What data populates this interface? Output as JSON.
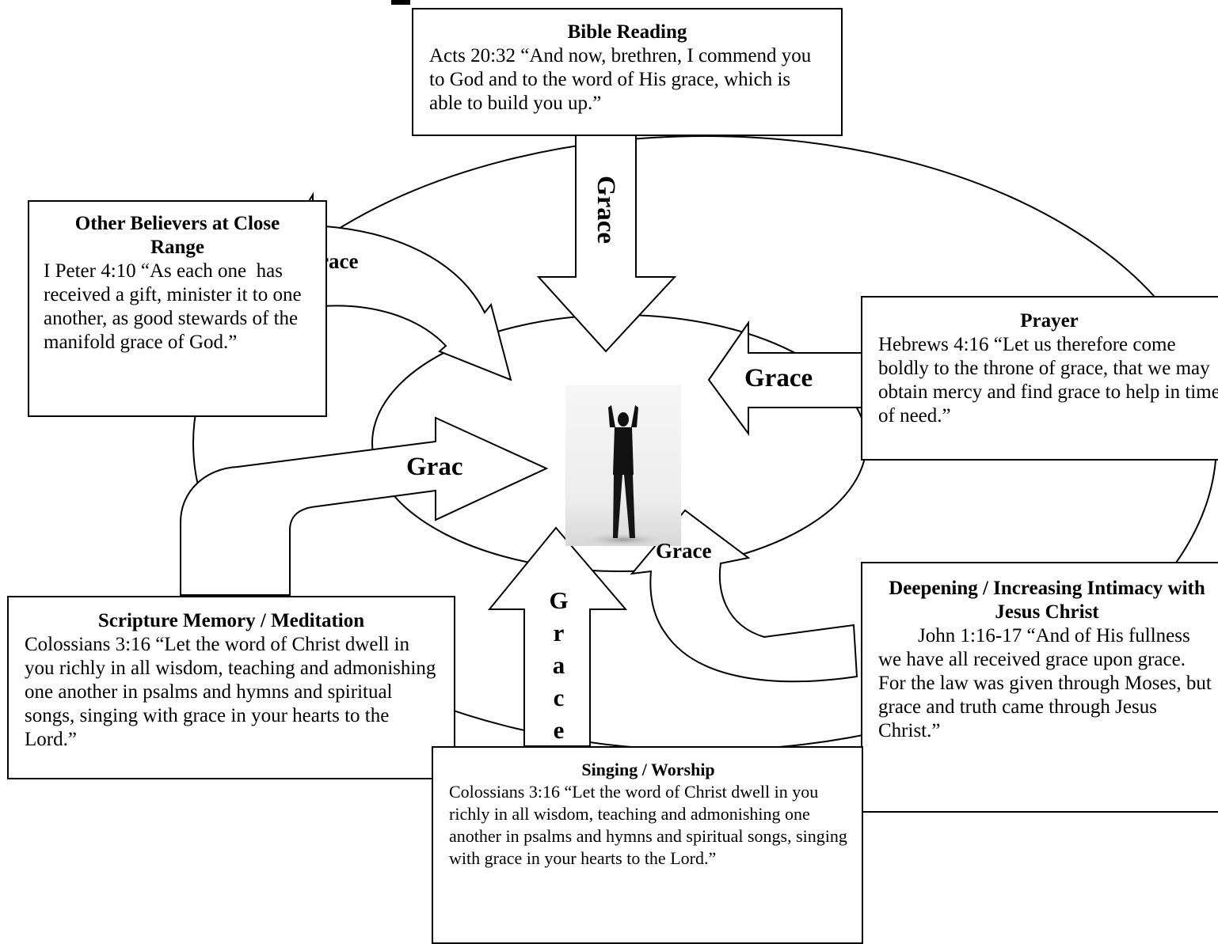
{
  "diagram": {
    "center_figure": "person-silhouette-arms-raised",
    "boxes": {
      "bible": {
        "title": "Bible Reading",
        "body": "Acts 20:32 “And now, brethren, I commend you to God and to the word of His grace, which is able to build you up.”"
      },
      "believers": {
        "title": "Other Believers at Close Range",
        "body": "I Peter 4:10 “As each one  has received a gift, minister it to one another, as good stewards of the manifold grace of God.”"
      },
      "prayer": {
        "title": "Prayer",
        "body": "Hebrews 4:16 “Let us therefore come boldly to the throne of grace, that we may obtain mercy and find grace to help in time of need.”"
      },
      "scripture": {
        "title": "Scripture Memory / Meditation",
        "body": "Colossians 3:16 “Let the word of Christ dwell in you richly in all wisdom, teaching and admonishing one another in psalms and hymns and spiritual songs, singing with grace in your hearts to the Lord.”"
      },
      "intimacy": {
        "title": "Deepening / Increasing Intimacy with Jesus Christ",
        "body": "        John 1:16-17 “And of His fullness we have all received grace upon grace.  For the law was given through Moses, but grace and truth came through Jesus Christ.”"
      },
      "singing": {
        "title": "Singing / Worship",
        "body": "Colossians 3:16 “Let the word of Christ dwell in you richly in all wisdom, teaching and admonishing one another in psalms and hymns and spiritual songs, singing with grace in your hearts to the Lord.”"
      }
    },
    "arrow_labels": {
      "top": "Grace",
      "upper_left": "Grace",
      "right": "Grace",
      "left": "Grac",
      "lower_right": "Grace",
      "bottom": [
        "G",
        "r",
        "a",
        "c",
        "e"
      ]
    }
  }
}
